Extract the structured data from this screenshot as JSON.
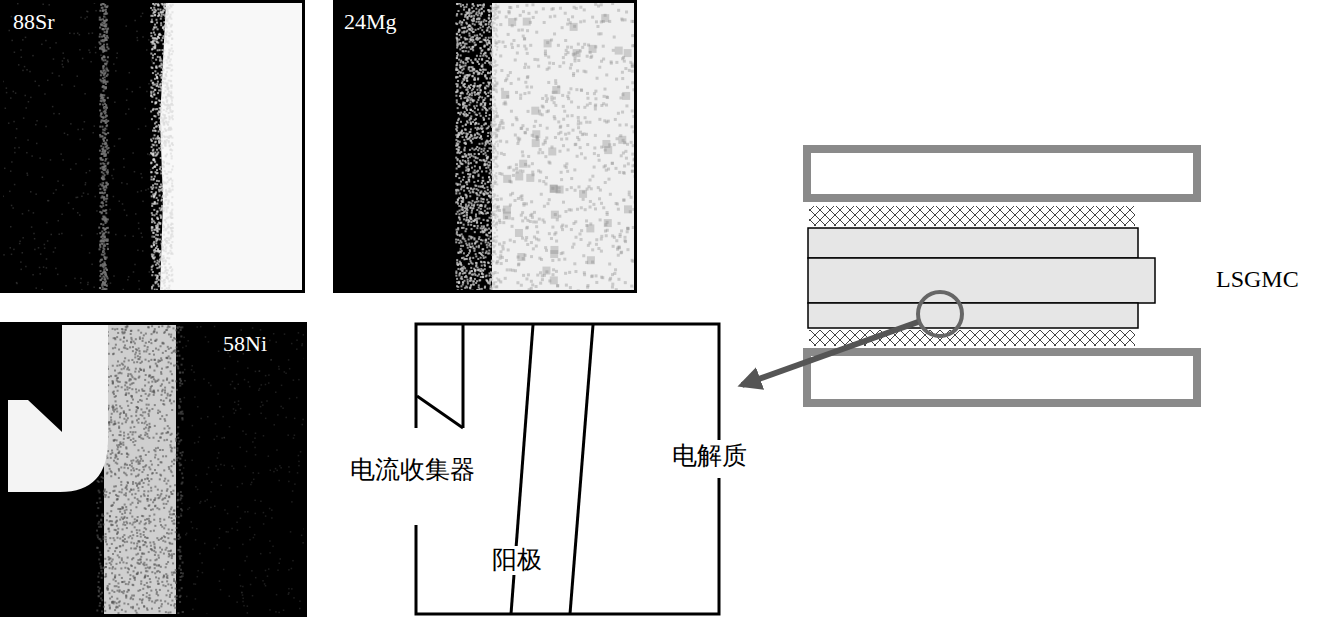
{
  "diagram": {
    "nodes": [
      {
        "text": [
          "88Sr"
        ]
      },
      {
        "text": [
          "24Mg"
        ]
      },
      {
        "text": [
          "58Ni"
        ]
      },
      {
        "text": [
          "电流收集器",
          "阳极",
          "电解质"
        ]
      }
    ],
    "labels": [
      "LSGMC"
    ]
  }
}
